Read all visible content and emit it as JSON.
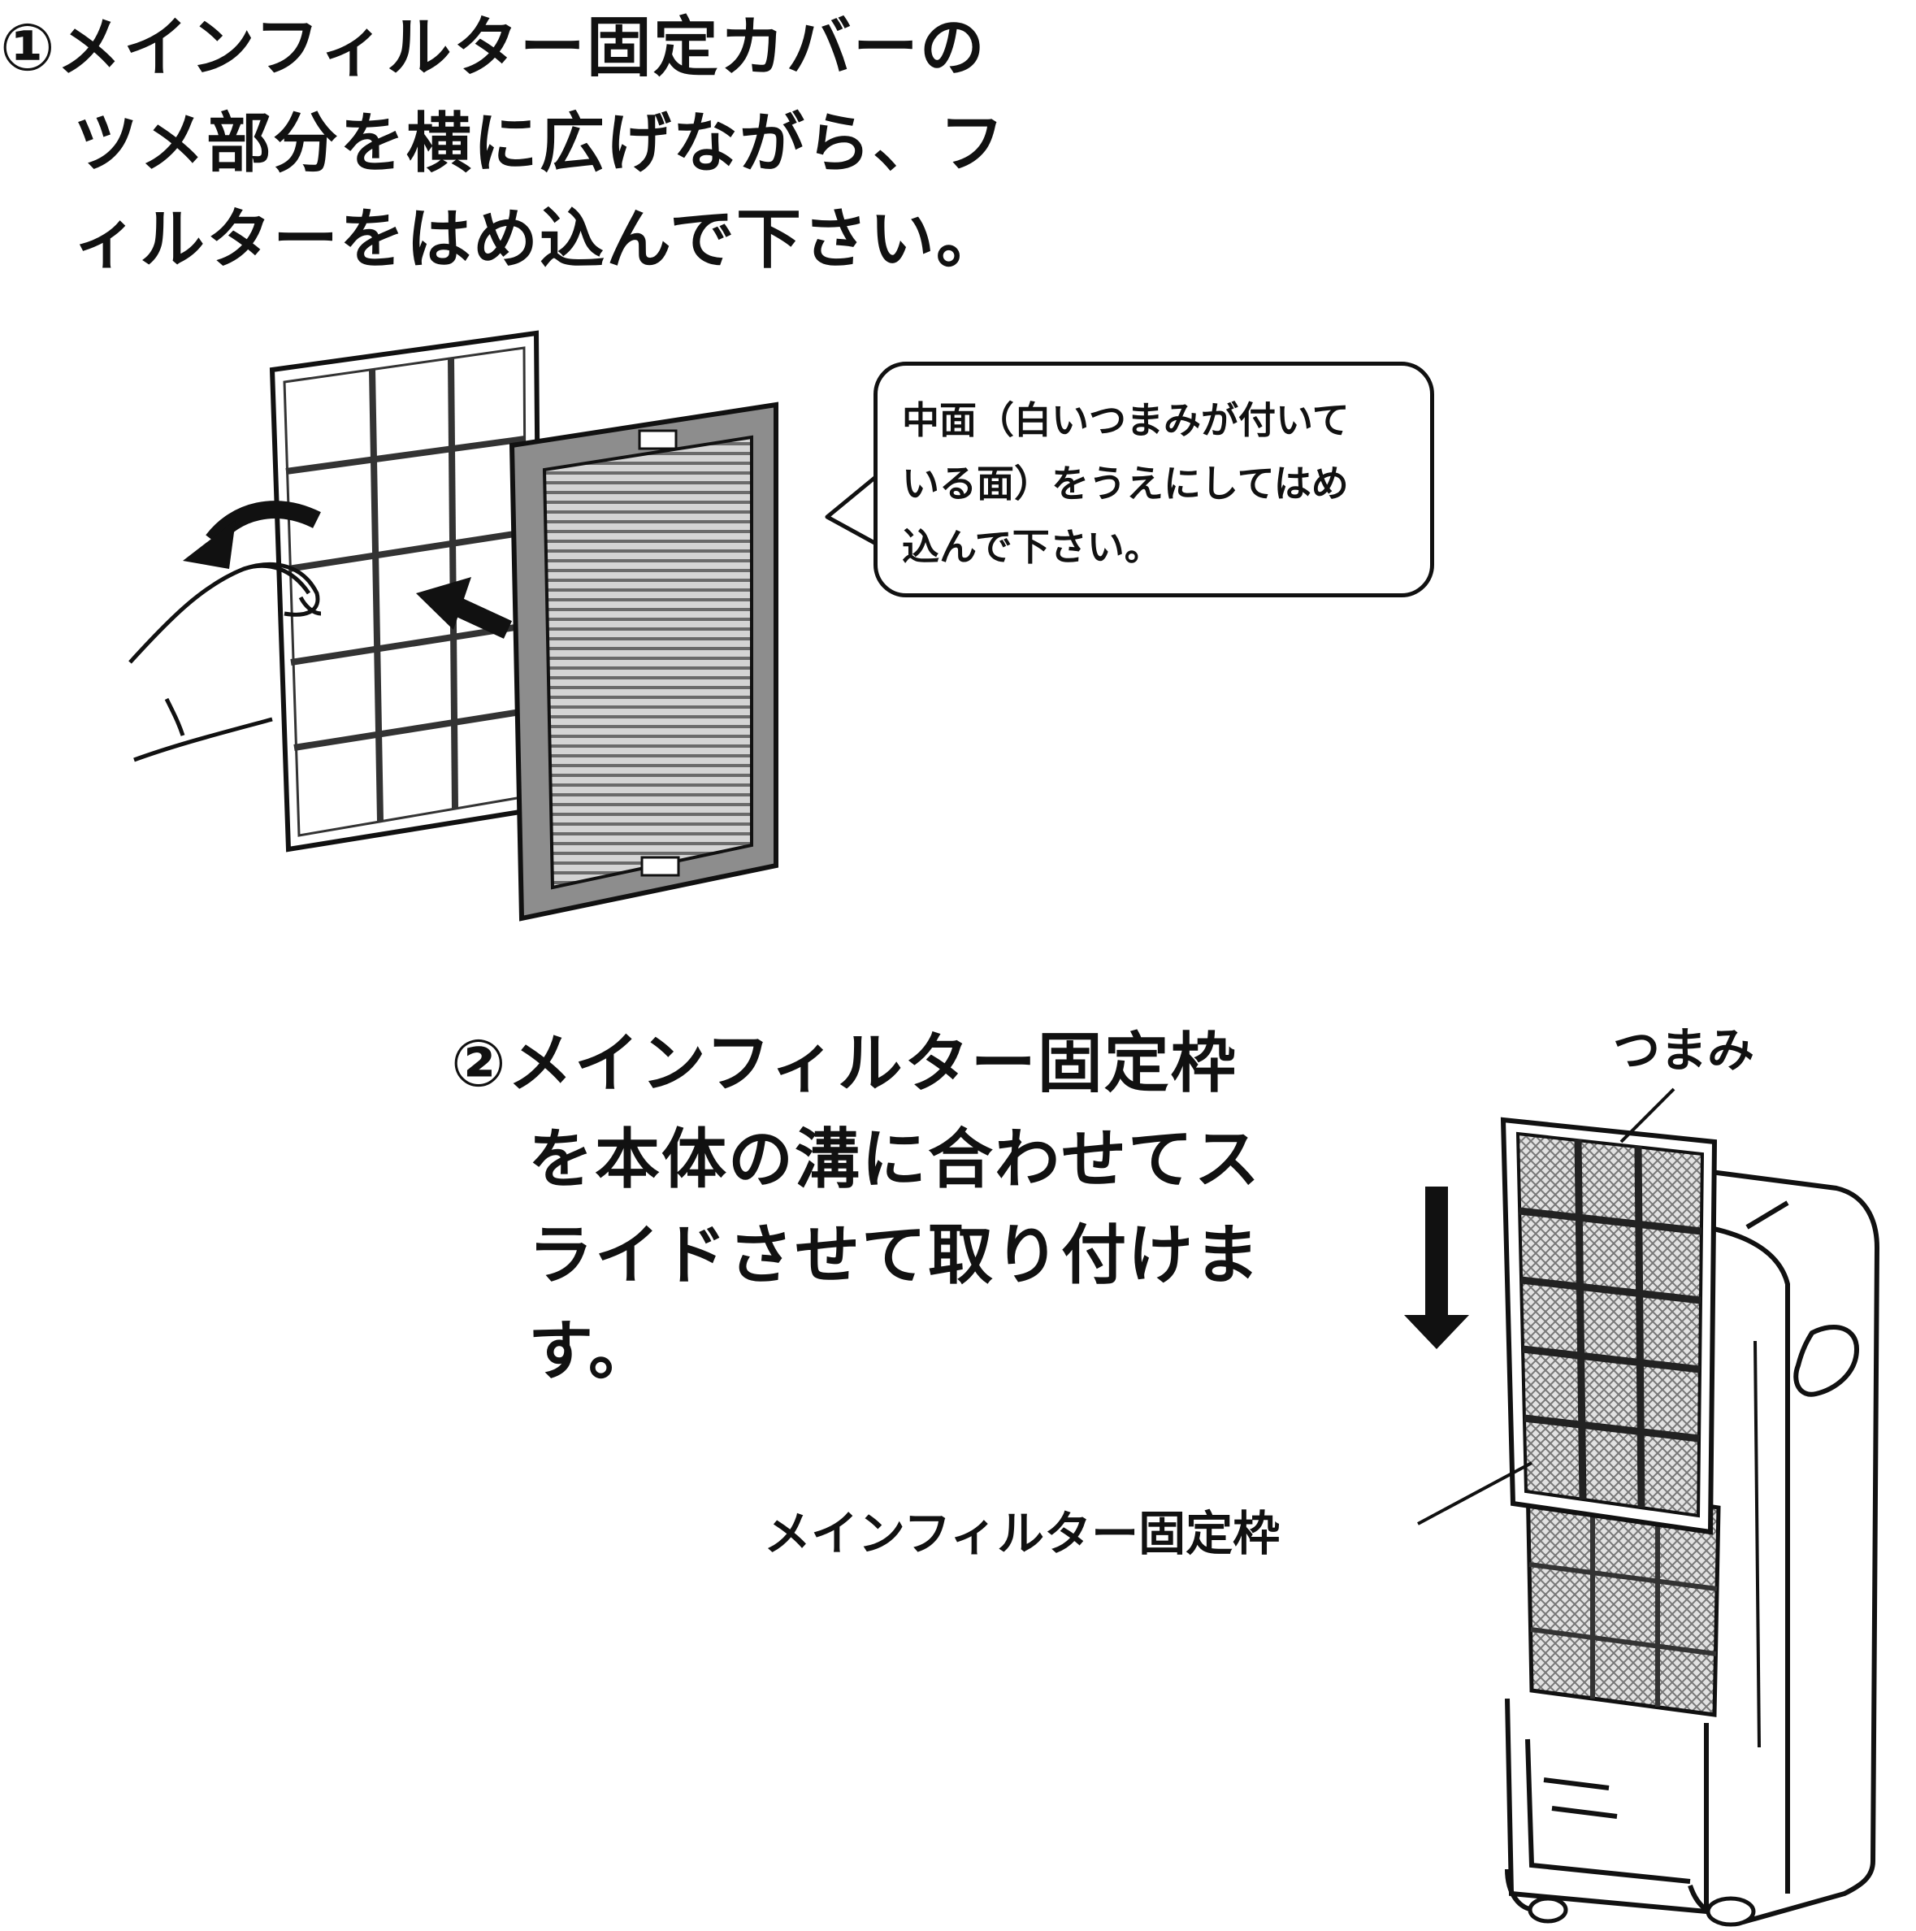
{
  "step1": {
    "lines": [
      "①メインフィルター固定カバーの",
      "ツメ部分を横に広げながら、フ",
      "ィルターをはめ込んで下さい。"
    ]
  },
  "callout": {
    "lines": [
      "中面（白いつまみが付いて",
      "いる面）をうえにしてはめ",
      "込んで下さい。"
    ]
  },
  "step2": {
    "lines": [
      "②メインフィルター固定枠",
      "を本体の溝に合わせてス",
      "ライドさせて取り付けま",
      "す。"
    ]
  },
  "labels": {
    "knob": "つまみ",
    "frame": "メインフィルター固定枠"
  },
  "icons": {
    "curved_arrow": "curved-arrow-icon",
    "push_arrow": "arrow-right-icon",
    "down_arrow": "arrow-down-icon"
  },
  "colors": {
    "ink": "#111111",
    "filter_gray": "#9a9a9a",
    "frame_gray": "#6e6e6e"
  }
}
